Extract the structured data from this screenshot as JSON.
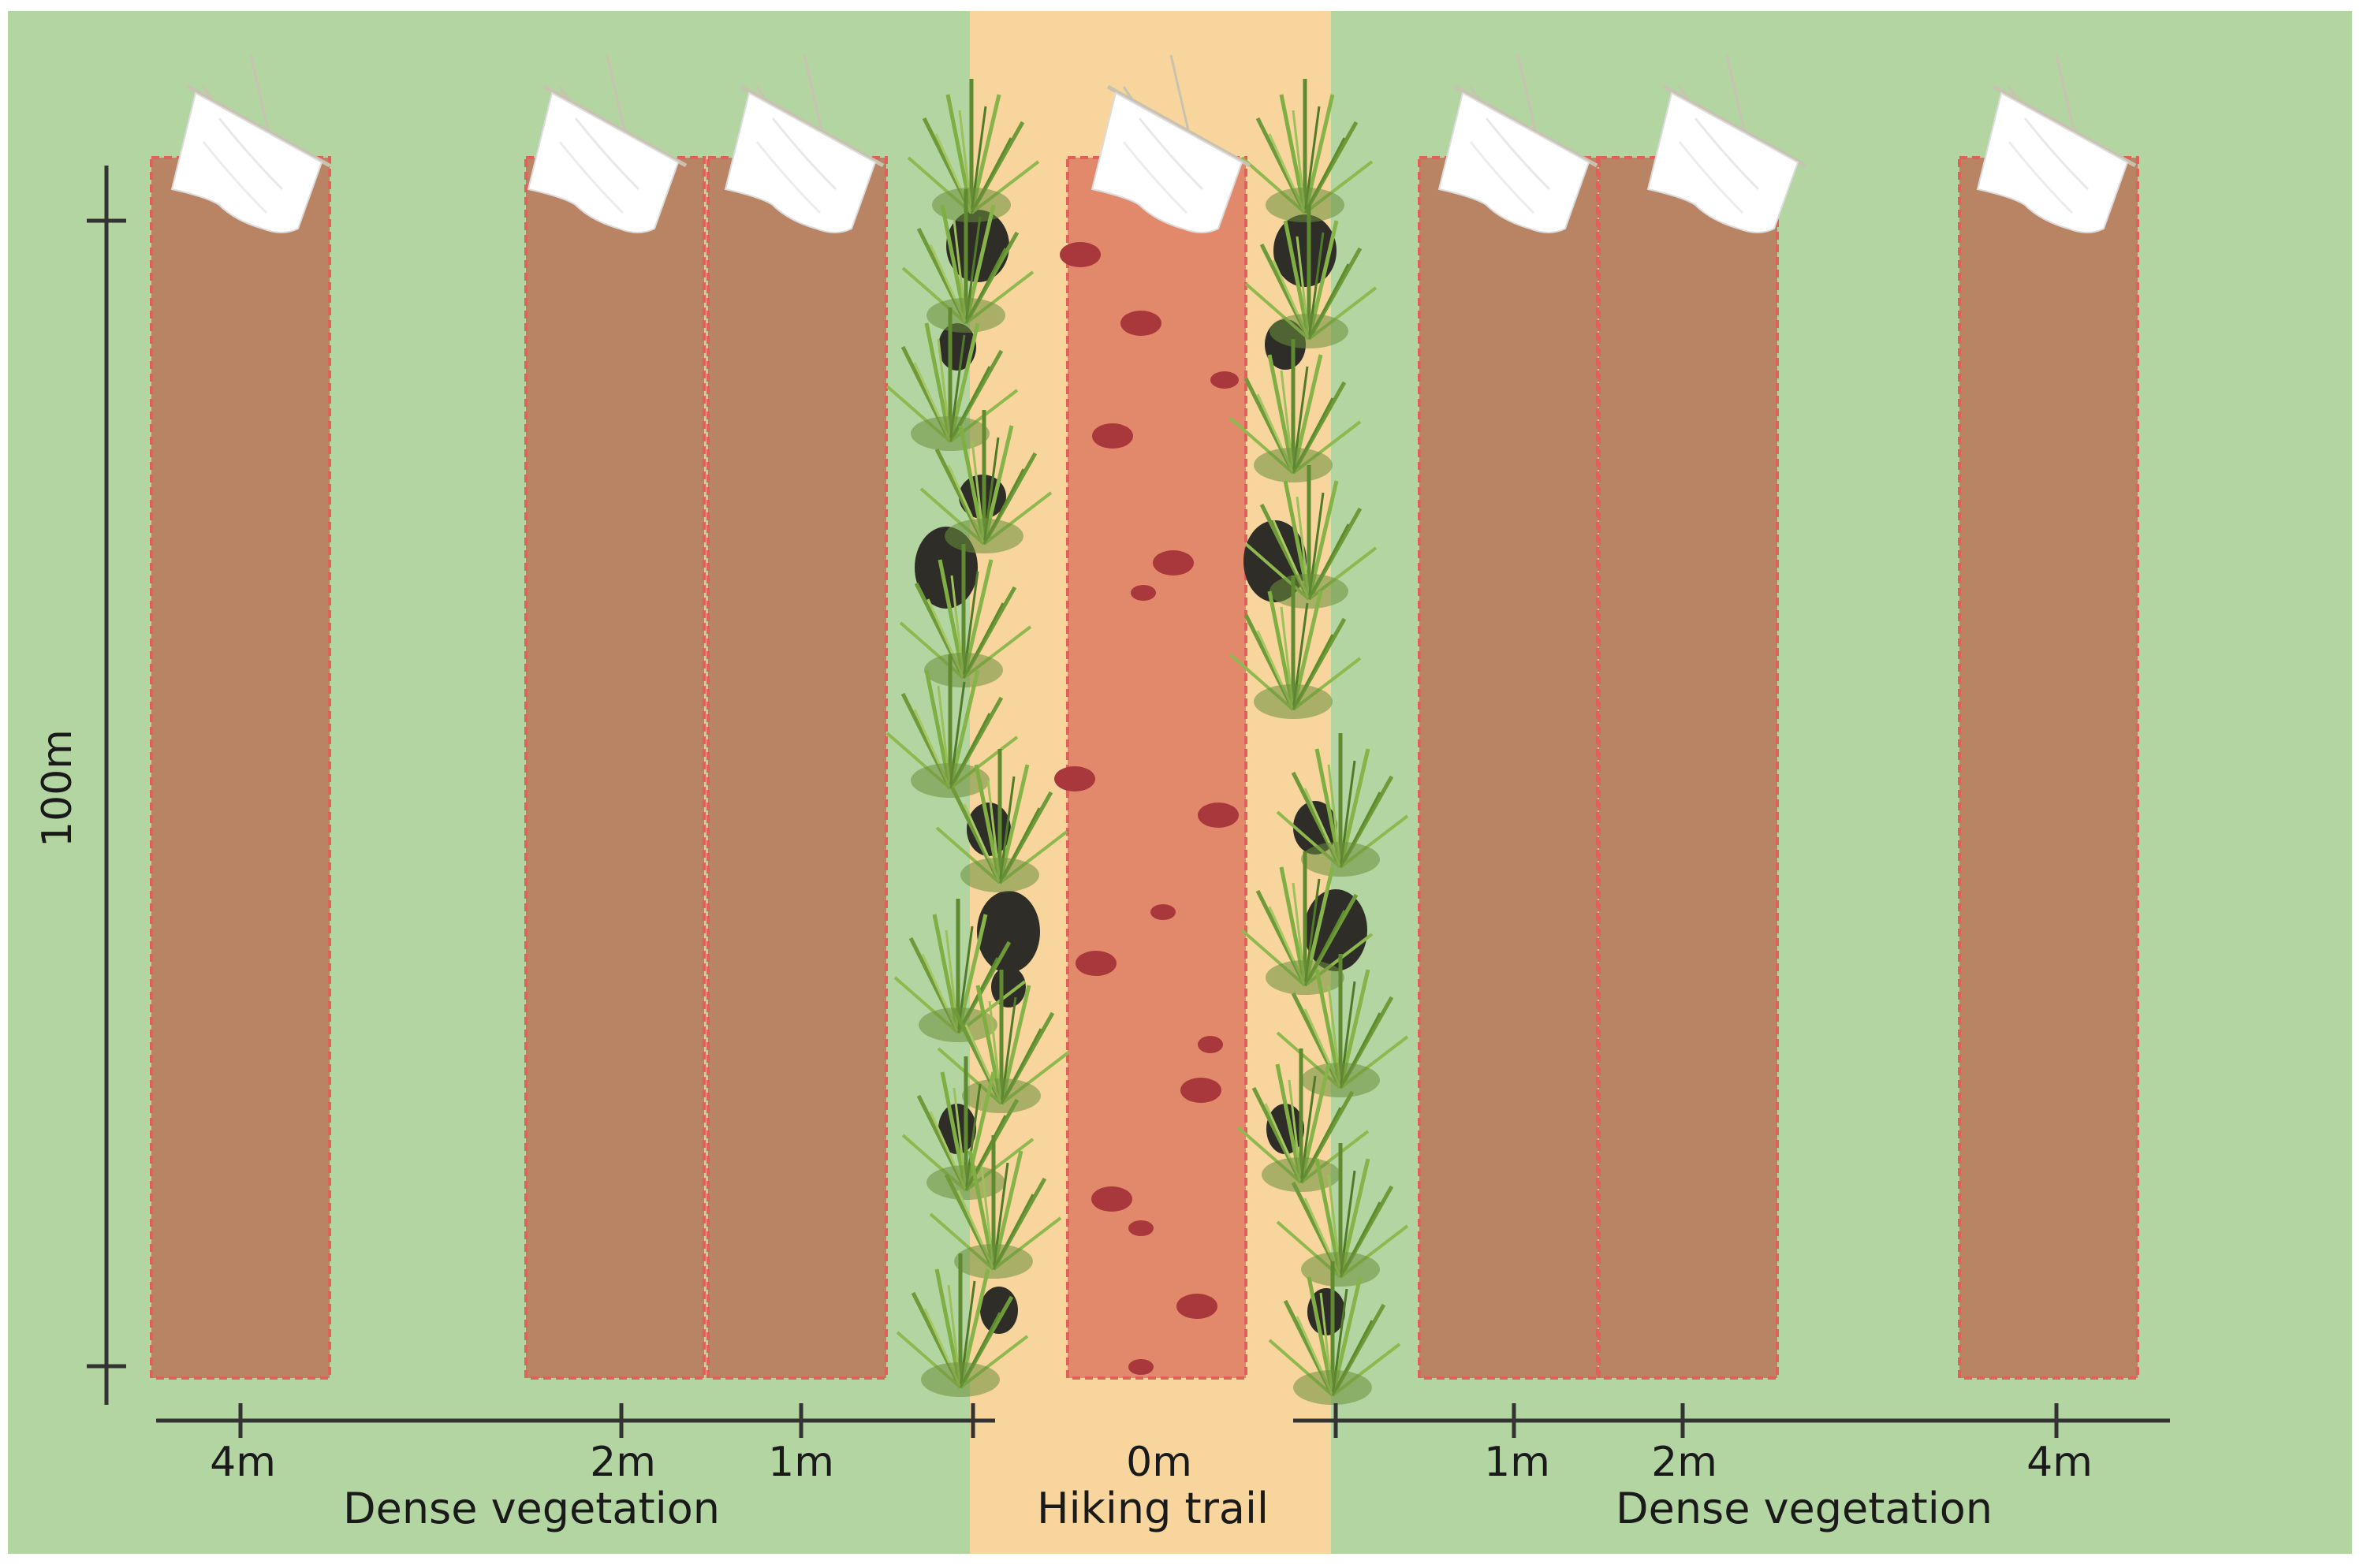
{
  "colors": {
    "vegetation_bg": "#b2d5a1",
    "trail_bg": "#f7d59d",
    "plot_fill": "#b98463",
    "trail_plot_fill": "#e2896b",
    "plot_border": "#e0605a",
    "axis": "#333333",
    "rock": "#2f2d28",
    "pebble": "#a8383b",
    "grass": "#6f9a3a",
    "flag": "#ffffff"
  },
  "scale": {
    "vertical_label": "100m"
  },
  "left_zone": {
    "name": "Dense vegetation",
    "distance_labels": [
      "4m",
      "2m",
      "1m"
    ]
  },
  "center_zone": {
    "name": "Hiking trail",
    "distance_label": "0m"
  },
  "right_zone": {
    "name": "Dense vegetation",
    "distance_labels": [
      "1m",
      "2m",
      "4m"
    ]
  },
  "icons": {
    "flag": "sampling-flag-icon",
    "grass": "grass-tuft-icon",
    "rock": "rock-icon",
    "pebble": "pebble-icon"
  }
}
